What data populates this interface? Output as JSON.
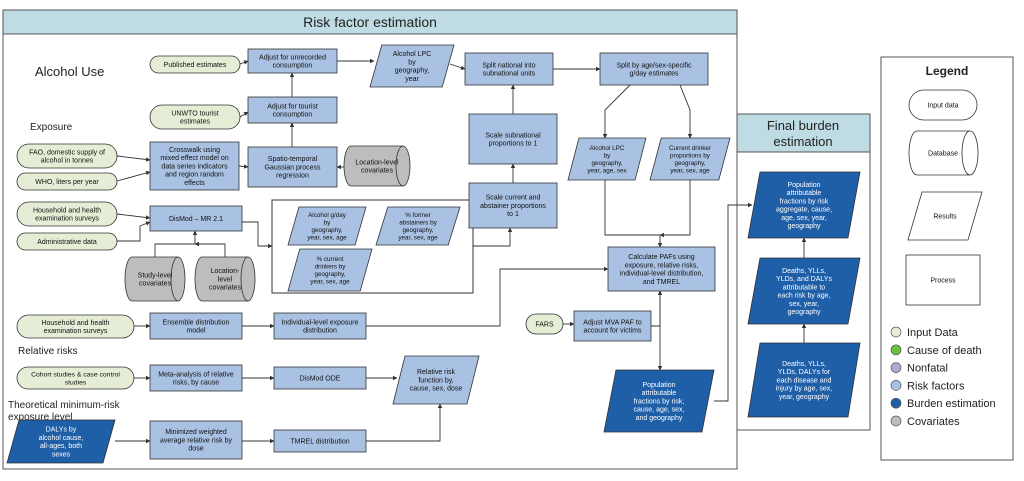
{
  "headers": {
    "risk_factor_estimation": "Risk factor estimation",
    "final_burden_line1": "Final burden",
    "final_burden_line2": "estimation",
    "legend": "Legend"
  },
  "section_labels": {
    "alcohol_use": "Alcohol Use",
    "exposure": "Exposure",
    "relative_risks": "Relative risks",
    "tmrel_line1": "Theoretical minimum-risk",
    "tmrel_line2": "exposure level"
  },
  "inputs": {
    "published": [
      "Published estimates"
    ],
    "unwto": [
      "UNWTO tourist",
      "estimates"
    ],
    "fao": [
      "FAO, domestic supply of",
      "alcohol in tonnes"
    ],
    "who": [
      "WHO, liters per year"
    ],
    "household_exp": [
      "Household and health",
      "examination surveys"
    ],
    "admin": [
      "Administrative data"
    ],
    "household_rr": [
      "Household and health",
      "examination surveys"
    ],
    "cohort": [
      "Cohort studies & case control",
      "studies"
    ],
    "fars": [
      "FARS"
    ]
  },
  "covariates": {
    "location_level_a": [
      "Location-level",
      "covariates"
    ],
    "study_level": [
      "Study-level",
      "covariates"
    ],
    "location_level_b": [
      "Location-",
      "level",
      "covariates"
    ]
  },
  "processes": {
    "adjust_unrecorded": [
      "Adjust for unrecorded",
      "consumption"
    ],
    "adjust_tourist": [
      "Adjust for tourist",
      "consumption"
    ],
    "crosswalk": [
      "Crosswalk using",
      "mixed effect model on",
      "data series indicators",
      "and region random",
      "effects"
    ],
    "spatio": [
      "Spatio-temporal",
      "Gaussian process",
      "regression"
    ],
    "dismod_mr": [
      "DisMod – MR 2.1"
    ],
    "split_national": [
      "Split national into",
      "subnational units"
    ],
    "scale_subnational": [
      "Scale subnational",
      "proportions to 1"
    ],
    "scale_current": [
      "Scale current and",
      "abstainer proportions",
      "to 1"
    ],
    "split_age_sex": [
      "Split by age/sex-specific",
      "g/day estimates"
    ],
    "calc_pafs": [
      "Calculate PAFs using",
      "exposure, relative risks,",
      "individual-level distribution,",
      "and TMREL"
    ],
    "adjust_mva": [
      "Adjust MVA PAF to",
      "account for victims"
    ],
    "ensemble": [
      "Ensemble distribution",
      "model"
    ],
    "individual_dist": [
      "Individual-level exposure",
      "distribution"
    ],
    "meta_analysis": [
      "Meta-analysis of relative",
      "risks, by cause"
    ],
    "dismod_ode": [
      "DisMod ODE"
    ],
    "minimized": [
      "Minimized weighted",
      "average relative risk by",
      "dose"
    ],
    "tmrel_dist": [
      "TMREL distribution"
    ]
  },
  "results": {
    "alcohol_lpc": [
      "Alcohol LPC",
      "by",
      "geography,",
      "year"
    ],
    "alcohol_gday": [
      "Alcohol g/day",
      "by",
      "geography,",
      "year, sex, age"
    ],
    "former_abstainers": [
      "% former",
      "abstainers by",
      "geography,",
      "year, sex, age"
    ],
    "current_drinkers_pct": [
      "% current",
      "drinkers by",
      "geography,",
      "year, sex, age"
    ],
    "alcohol_lpc_age": [
      "Alcohol LPC",
      "by",
      "geography,",
      "year, age, sex"
    ],
    "current_drinker_props": [
      "Current drinker",
      "proportions  by",
      "geography,",
      "year, sex, age"
    ],
    "rr_function": [
      "Relative risk",
      "function by,",
      "cause, sex, dose"
    ]
  },
  "burden": {
    "dalys_input": [
      "DALYs by",
      "alcohol cause,",
      "all-ages, both",
      "sexes"
    ],
    "paf_risk": [
      "Population",
      "attributable",
      "fractions by risk,",
      "cause, age, sex,",
      "and geography"
    ],
    "paf_aggregate": [
      "Population",
      "attributable",
      "fractions by risk",
      "aggregate, cause,",
      "age, sex, year,",
      "geography"
    ],
    "deaths_attrib": [
      "Deaths, YLLs,",
      "YLDs, and DALYs",
      "attributable to",
      "each risk by age,",
      "sex, year,",
      "geography"
    ],
    "deaths_each": [
      "Deaths, YLLs,",
      "YLDs, DALYs for",
      "each disease and",
      "injury by age, sex,",
      "year, geography"
    ]
  },
  "legend": {
    "shapes": {
      "input": "Input data",
      "database": "Database",
      "results": "Results",
      "process": "Process"
    },
    "colors": [
      {
        "label": "Input Data",
        "color": "#e6edd6"
      },
      {
        "label": "Cause of death",
        "color": "#6abf45"
      },
      {
        "label": "Nonfatal",
        "color": "#b3a6cf"
      },
      {
        "label": "Risk factors",
        "color": "#a9c2e3"
      },
      {
        "label": "Burden estimation",
        "color": "#1f5fa8"
      },
      {
        "label": "Covariates",
        "color": "#bdbdbd"
      }
    ]
  },
  "colors": {
    "header_fill": "#bfdbe3",
    "input_fill": "#e6edd6",
    "process_fill": "#a9c2e3",
    "result_fill": "#a9c2e3",
    "burden_fill": "#1f5fa8",
    "covariate_fill": "#bdbdbd",
    "edge": "#333333"
  }
}
